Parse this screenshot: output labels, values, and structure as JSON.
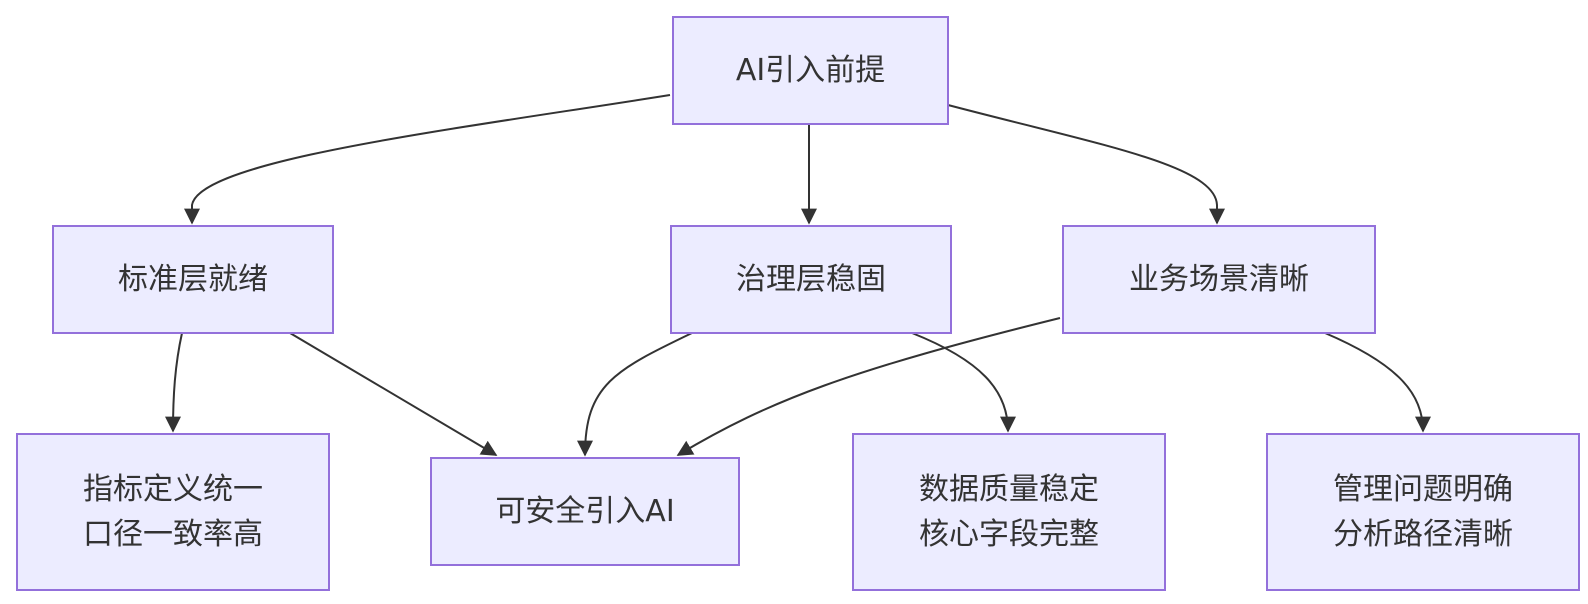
{
  "diagram": {
    "type": "flowchart",
    "colors": {
      "node_fill": "#ececff",
      "node_border": "#9370db",
      "edge": "#333333",
      "text": "#333333"
    },
    "nodes": {
      "root": "AI引入前提",
      "standard": "标准层就绪",
      "governance": "治理层稳固",
      "business": "业务场景清晰",
      "metrics": "指标定义统一\n口径一致率高",
      "safe_ai": "可安全引入AI",
      "data_quality": "数据质量稳定\n核心字段完整",
      "management": "管理问题明确\n分析路径清晰"
    },
    "edges": [
      {
        "from": "root",
        "to": "standard"
      },
      {
        "from": "root",
        "to": "governance"
      },
      {
        "from": "root",
        "to": "business"
      },
      {
        "from": "standard",
        "to": "metrics"
      },
      {
        "from": "standard",
        "to": "safe_ai"
      },
      {
        "from": "governance",
        "to": "safe_ai"
      },
      {
        "from": "governance",
        "to": "data_quality"
      },
      {
        "from": "business",
        "to": "safe_ai"
      },
      {
        "from": "business",
        "to": "management"
      }
    ]
  }
}
